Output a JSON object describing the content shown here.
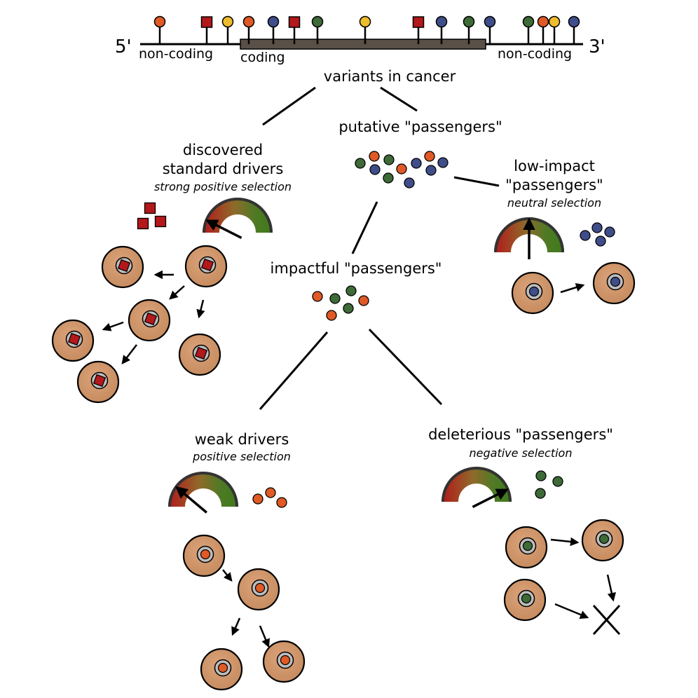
{
  "colors": {
    "orange": "#e05a26",
    "navy": "#3f4e8a",
    "green": "#3e6a38",
    "yellow": "#eebd2d",
    "red": "#b3181b",
    "cell_fill": "#c99065",
    "cell_fill_light": "#e0ae86",
    "coding_bar": "#5a5047",
    "nucleus_ring": "#bdbdbd"
  },
  "gene": {
    "label_5prime": "5'",
    "label_3prime": "3'",
    "label_noncoding_left": "non-coding",
    "label_coding": "coding",
    "label_noncoding_right": "non-coding",
    "variants": [
      {
        "shape": "circle",
        "color": "orange"
      },
      {
        "shape": "square",
        "color": "red"
      },
      {
        "shape": "circle",
        "color": "yellow"
      },
      {
        "shape": "circle",
        "color": "orange"
      },
      {
        "shape": "circle",
        "color": "navy"
      },
      {
        "shape": "square",
        "color": "red"
      },
      {
        "shape": "circle",
        "color": "green"
      },
      {
        "shape": "circle",
        "color": "yellow"
      },
      {
        "shape": "square",
        "color": "red"
      },
      {
        "shape": "circle",
        "color": "navy"
      },
      {
        "shape": "circle",
        "color": "green"
      },
      {
        "shape": "circle",
        "color": "navy"
      },
      {
        "shape": "circle",
        "color": "green"
      },
      {
        "shape": "circle",
        "color": "orange"
      },
      {
        "shape": "circle",
        "color": "yellow"
      },
      {
        "shape": "circle",
        "color": "navy"
      }
    ]
  },
  "labels": {
    "variants_in_cancer": "variants in cancer",
    "putative_passengers": "putative \"passengers\"",
    "discovered_line1": "discovered",
    "discovered_line2": "standard drivers",
    "discovered_selection": "strong positive selection",
    "low_impact_line1": "low-impact",
    "low_impact_line2": "\"passengers\"",
    "low_impact_selection": "neutral selection",
    "impactful_passengers": "impactful \"passengers\"",
    "weak_drivers": "weak drivers",
    "weak_selection": "positive selection",
    "deleterious_passengers": "deleterious \"passengers\"",
    "deleterious_selection": "negative selection"
  },
  "selection_gauges": [
    {
      "category": "discovered standard drivers",
      "needle_level": 0.12
    },
    {
      "category": "low-impact passengers",
      "needle_level": 0.5
    },
    {
      "category": "weak drivers",
      "needle_level": 0.2
    },
    {
      "category": "deleterious passengers",
      "needle_level": 0.88
    }
  ]
}
